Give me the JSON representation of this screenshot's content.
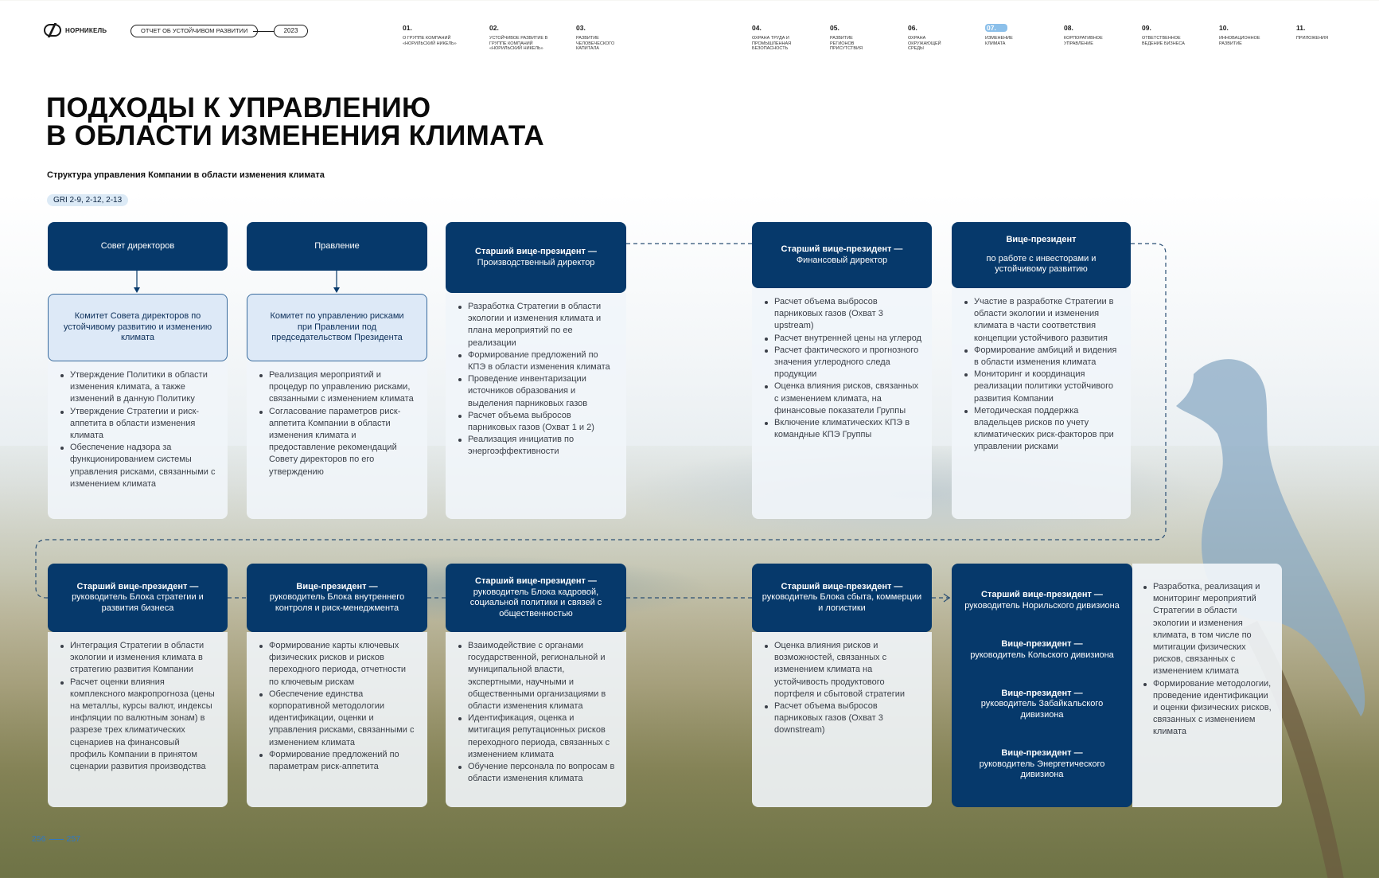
{
  "header": {
    "logo_text": "НОРНИКЕЛЬ",
    "report_label": "ОТЧЕТ ОБ УСТОЙЧИВОМ РАЗВИТИИ",
    "year": "2023",
    "nav": [
      {
        "num": "01.",
        "label": "О Группе компаний «Норильский никель»",
        "active": false
      },
      {
        "num": "02.",
        "label": "Устойчивое развитие в Группе компаний «Норильский никель»",
        "active": false
      },
      {
        "num": "03.",
        "label": "Развитие человеческого капитала",
        "active": false
      },
      {
        "num": "04.",
        "label": "Охрана труда и промышленная безопасность",
        "active": false
      },
      {
        "num": "05.",
        "label": "Развитие регионов присутствия",
        "active": false
      },
      {
        "num": "06.",
        "label": "Охрана окружающей среды",
        "active": false
      },
      {
        "num": "07.",
        "label": "Изменение климата",
        "active": true
      },
      {
        "num": "08.",
        "label": "Корпоративное управление",
        "active": false
      },
      {
        "num": "09.",
        "label": "Ответственное ведение бизнеса",
        "active": false
      },
      {
        "num": "10.",
        "label": "Инновационное развитие",
        "active": false
      },
      {
        "num": "11.",
        "label": "Приложения",
        "active": false
      }
    ]
  },
  "title_line1": "ПОДХОДЫ К УПРАВЛЕНИЮ",
  "title_line2": "В ОБЛАСТИ ИЗМЕНЕНИЯ КЛИМАТА",
  "subtitle": "Структура управления Компании в области изменения климата",
  "gri": "GRI 2-9, 2-12, 2-13",
  "colors": {
    "dark_blue": "#06396b",
    "light_blue": "#dde9f7",
    "accent": "#8cc0ea",
    "page_number": "#2f78c4"
  },
  "top_row": [
    {
      "head": "Совет директоров",
      "committee": "Комитет Совета директоров по устойчивому развитию и изменению климата",
      "items": [
        "Утверждение Политики в области изменения климата, а также изменений в данную Политику",
        "Утверждение Стратегии и риск-аппетита в области изменения климата",
        "Обеспечение надзора за функционированием системы управления рисками, связанными с изменением климата"
      ]
    },
    {
      "head": "Правление",
      "committee": "Комитет по управлению рисками при Правлении под председательством Президента",
      "items": [
        "Реализация мероприятий и процедур по управлению рисками, связанными с изменением климата",
        "Согласование параметров риск-аппетита Компании в области изменения климата и предоставление рекомендаций Совету директоров по его утверждению"
      ]
    },
    {
      "head_bold": "Старший вице-президент —",
      "head_rest": "Производственный директор",
      "items": [
        "Разработка Стратегии в области экологии и изменения климата и плана мероприятий по ее реализации",
        "Формирование предложений по КПЭ в области изменения климата",
        "Проведение инвентаризации источников образования и выделения парниковых газов",
        "Расчет объема выбросов парниковых газов (Охват 1 и 2)",
        "Реализация инициатив по энергоэффективности"
      ]
    },
    {
      "head_bold": "Старший вице-президент —",
      "head_rest": "Финансовый директор",
      "items": [
        "Расчет объема выбросов парниковых газов (Охват 3 upstream)",
        "Расчет внутренней цены на углерод",
        "Расчет фактического и прогнозного значения углеродного следа продукции",
        "Оценка влияния рисков, связанных с изменением климата, на финансовые показатели Группы",
        "Включение климатических КПЭ в командные КПЭ Группы"
      ]
    },
    {
      "head_bold": "Вице-президент",
      "head_rest": "по работе с инвесторами и устойчивому развитию",
      "items": [
        "Участие в разработке Стратегии в области экологии и изменения климата в части соответствия концепции устойчивого развития",
        "Формирование амбиций и видения в области изменения климата",
        "Мониторинг и координация реализации политики устойчивого развития Компании",
        "Методическая поддержка владельцев рисков по учету климатических риск-факторов при управлении рисками"
      ]
    }
  ],
  "bottom_row": [
    {
      "head_bold": "Старший вице-президент —",
      "head_rest": "руководитель Блока стратегии и развития бизнеса",
      "items": [
        "Интеграция Стратегии в области экологии и изменения климата в стратегию развития Компании",
        "Расчет оценки влияния комплексного макропрогноза (цены на металлы, курсы валют, индексы инфляции по валютным зонам) в разрезе трех климатических сценариев на финансовый профиль Компании в принятом сценарии развития производства"
      ]
    },
    {
      "head_bold": "Вице-президент —",
      "head_rest": "руководитель Блока внутреннего контроля и риск-менеджмента",
      "items": [
        "Формирование карты ключевых физических рисков и рисков переходного периода, отчетности по ключевым рискам",
        "Обеспечение единства корпоративной методологии идентификации, оценки и управления рисками, связанными с изменением климата",
        "Формирование предложений по параметрам риск-аппетита"
      ]
    },
    {
      "head_bold": "Старший вице-президент —",
      "head_rest": "руководитель Блока кадровой, социальной политики и связей с общественностью",
      "items": [
        "Взаимодействие с органами государственной, региональной и муниципальной власти, экспертными, научными и общественными организациями в области изменения климата",
        "Идентификация, оценка и митигация репутационных рисков переходного периода, связанных с изменением климата",
        "Обучение персонала по вопросам в области изменения климата"
      ]
    },
    {
      "head_bold": "Старший вице-президент —",
      "head_rest": "руководитель Блока сбыта, коммерции и логистики",
      "items": [
        "Оценка влияния рисков и возможностей, связанных с изменением климата на устойчивость продуктового портфеля и сбытовой стратегии",
        "Расчет объема выбросов парниковых газов (Охват 3 downstream)"
      ]
    }
  ],
  "divisions": {
    "entries": [
      {
        "bold": "Старший вице-президент —",
        "rest": "руководитель Норильского дивизиона"
      },
      {
        "bold": "Вице-президент —",
        "rest": "руководитель Кольского дивизиона"
      },
      {
        "bold": "Вице-президент —",
        "rest": "руководитель Забайкальского дивизиона"
      },
      {
        "bold": "Вице-президент —",
        "rest": "руководитель Энергетического дивизиона"
      }
    ],
    "items": [
      "Разработка, реализация и мониторинг мероприятий Стратегии в области экологии и изменения климата, в том числе по митигации физических рисков, связанных с изменением климата",
      "Формирование методологии, проведение идентификации и оценки физических рисков, связанных с изменением климата"
    ]
  },
  "pages": {
    "left": "256",
    "right": "257"
  }
}
